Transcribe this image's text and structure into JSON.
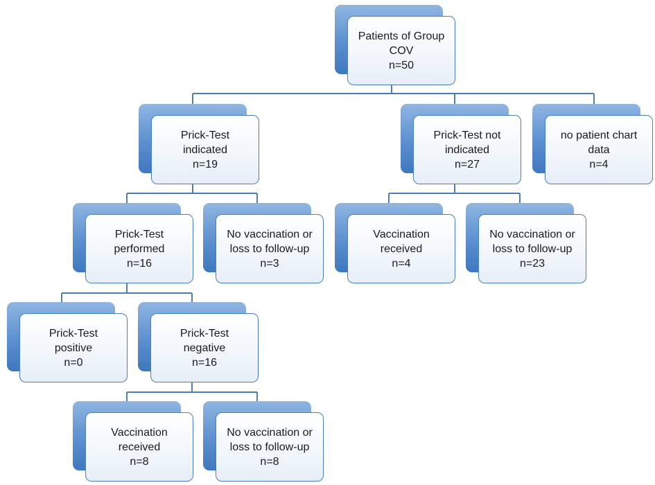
{
  "nodes": {
    "root": {
      "lines": [
        "Patients of Group",
        "COV"
      ],
      "count": "n=50"
    },
    "pt_indicated": {
      "lines": [
        "Prick-Test",
        "indicated"
      ],
      "count": "n=19"
    },
    "pt_not_indicated": {
      "lines": [
        "Prick-Test not",
        "indicated"
      ],
      "count": "n=27"
    },
    "no_chart": {
      "lines": [
        "no patient chart",
        "data"
      ],
      "count": "n=4"
    },
    "pt_performed": {
      "lines": [
        "Prick-Test",
        "performed"
      ],
      "count": "n=16"
    },
    "ind_no_vacc": {
      "lines": [
        "No vaccination or",
        "loss to follow-up"
      ],
      "count": "n=3"
    },
    "notind_vacc": {
      "lines": [
        "Vaccination",
        "received"
      ],
      "count": "n=4"
    },
    "notind_no_vacc": {
      "lines": [
        "No vaccination or",
        "loss to follow-up"
      ],
      "count": "n=23"
    },
    "pt_positive": {
      "lines": [
        "Prick-Test",
        "positive"
      ],
      "count": "n=0"
    },
    "pt_negative": {
      "lines": [
        "Prick-Test",
        "negative"
      ],
      "count": "n=16"
    },
    "neg_vacc": {
      "lines": [
        "Vaccination",
        "received"
      ],
      "count": "n=8"
    },
    "neg_no_vacc": {
      "lines": [
        "No vaccination or",
        "loss to follow-up"
      ],
      "count": "n=8"
    }
  },
  "colors": {
    "connector": "#4a7ebb",
    "box_border": "#4a7ebb",
    "shadow": "#5b8fcf"
  }
}
